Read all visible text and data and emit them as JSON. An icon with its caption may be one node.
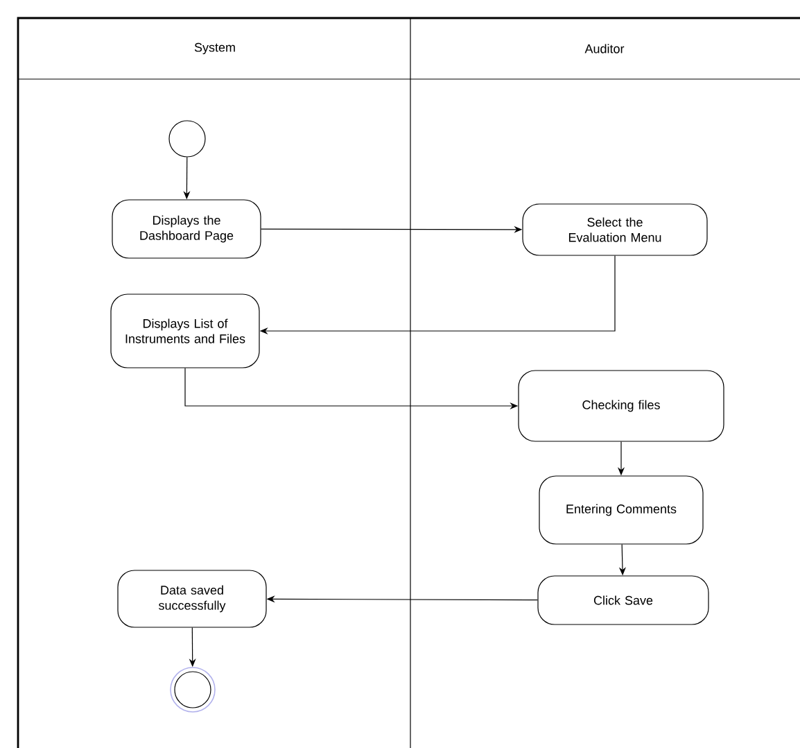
{
  "diagram": {
    "nodes": [
      {
        "text": [],
        "shape": "circle"
      },
      {
        "text": [
          "Displays the Dashboard Page"
        ]
      },
      {
        "text": [
          "Select the Evaluation Menu"
        ]
      },
      {
        "text": [
          "Displays List of Instruments and Files"
        ]
      },
      {
        "text": [
          "Checking files"
        ]
      },
      {
        "text": [
          "Entering Comments"
        ]
      },
      {
        "text": [
          "Click Save"
        ]
      },
      {
        "text": [
          "Data saved successfully"
        ]
      },
      {
        "text": [],
        "shape": "circle"
      }
    ],
    "edges": [
      {
        "from": 0,
        "to": 1,
        "arrow": "to"
      },
      {
        "from": 1,
        "to": 2,
        "arrow": "to"
      },
      {
        "from": 2,
        "to": 3,
        "arrow": "to"
      },
      {
        "from": 3,
        "to": 4,
        "arrow": "to"
      },
      {
        "from": 4,
        "to": 5,
        "arrow": "to"
      },
      {
        "from": 5,
        "to": 6,
        "arrow": "to"
      },
      {
        "from": 6,
        "to": 7,
        "arrow": "to"
      },
      {
        "from": 7,
        "to": 8,
        "arrow": "to"
      }
    ],
    "labels": [
      "System",
      "Auditor"
    ]
  }
}
